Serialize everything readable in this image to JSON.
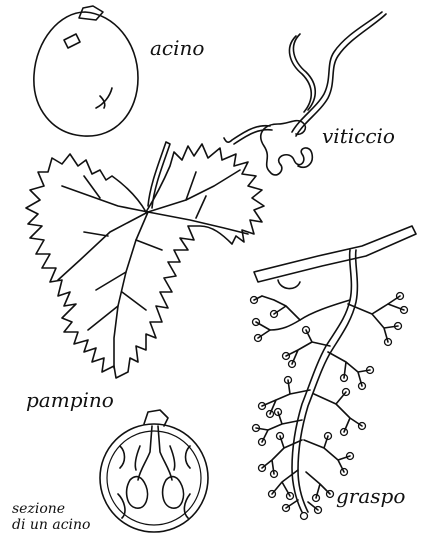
{
  "labels": {
    "acino": "acino",
    "viticcio": "viticcio",
    "pampino": "pampino",
    "graspo": "graspo",
    "sezione_line1": "sezione",
    "sezione_line2": "di un acino"
  },
  "colors": {
    "ink": "#111111",
    "paper": "#ffffff"
  }
}
